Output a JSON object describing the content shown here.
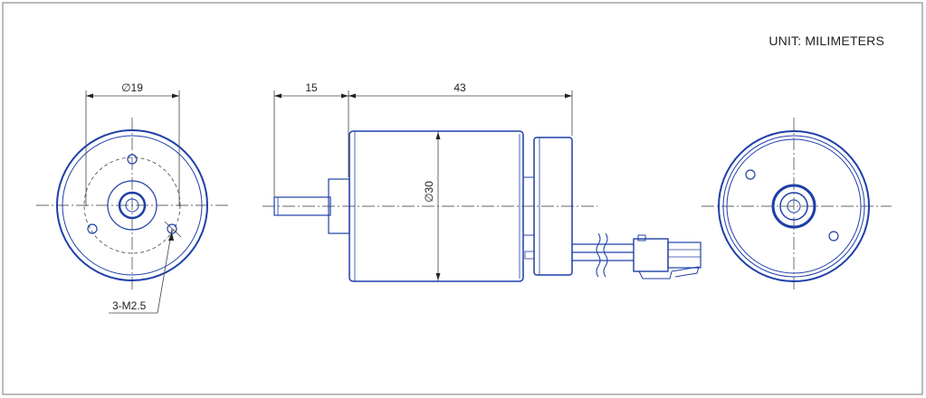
{
  "unit_label": "UNIT: MILIMETERS",
  "dimensions": {
    "flange_bolt_circle": "∅19",
    "shaft_length": "15",
    "body_length": "43",
    "body_diameter": "∅30",
    "mount_holes": "3-M2.5"
  },
  "colors": {
    "part_outline": "#1f3fa8",
    "dimension_lines": "#444444",
    "frame": "#666666"
  }
}
